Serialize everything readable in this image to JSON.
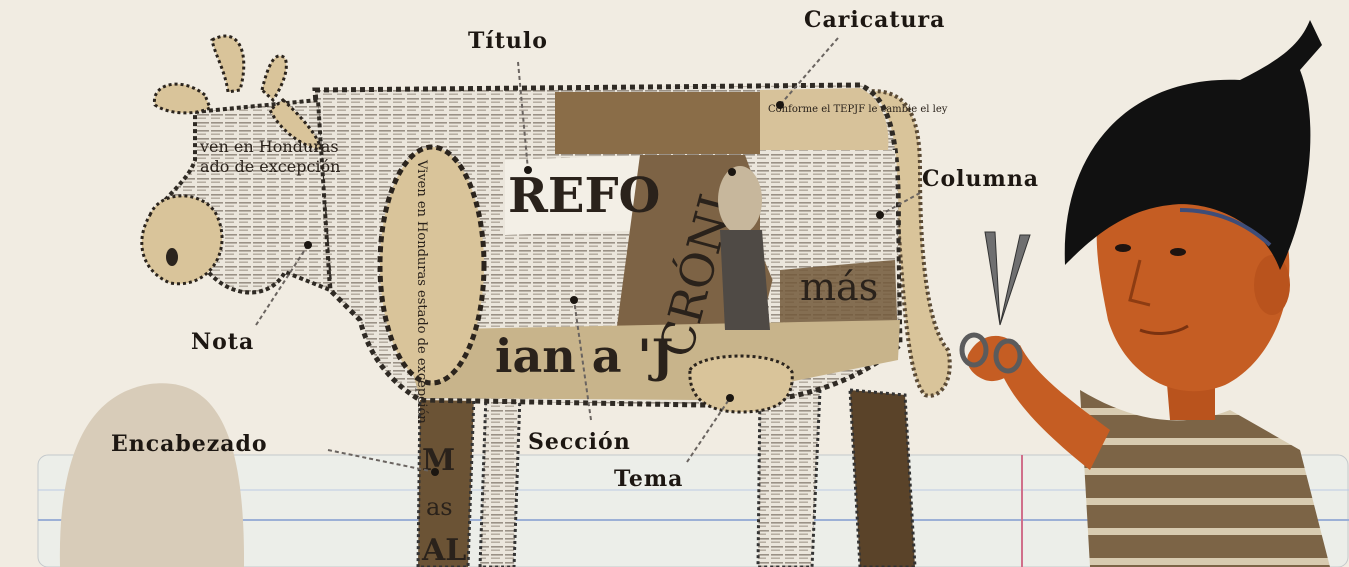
{
  "labels": {
    "titulo": "Título",
    "caricatura": "Caricatura",
    "columna": "Columna",
    "nota": "Nota",
    "encabezado": "Encabezado",
    "seccion": "Sección",
    "tema": "Tema"
  },
  "newspaper_text": {
    "head_left": "ven en Honduras",
    "head_left2": "ado de excepción",
    "vertical": "Viven en Honduras estado de excepción",
    "masthead": "REFO",
    "big_headline": "ian a 'J",
    "cronica": "CRÓNI",
    "mas": "más",
    "caricature_note": "Conforme el TEPJF le cambie el ley",
    "bottom_m": "M",
    "bottom_as": "as",
    "bottom_al": "AL"
  },
  "colors": {
    "background": "#f1ece2",
    "cow_tan": "#d9c49a",
    "cow_brown": "#6b5335",
    "newsprint": "#ebe6dc",
    "boy_skin": "#c55d23",
    "boy_hair": "#111111",
    "notebook_line": "#9cb0d6",
    "notebook_margin": "#d06f8a"
  }
}
